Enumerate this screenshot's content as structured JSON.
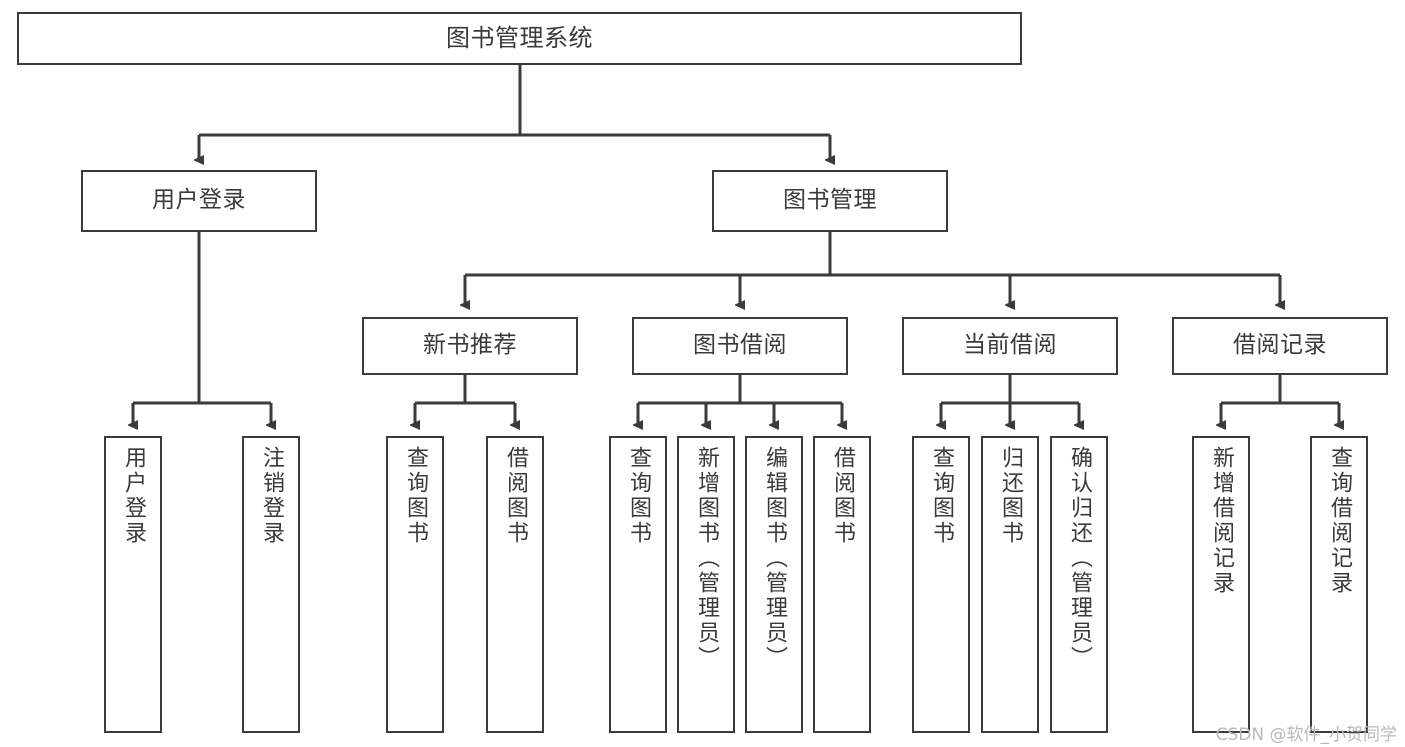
{
  "diagram": {
    "type": "tree-hierarchy-chart",
    "title": "图书管理系统",
    "orientation": "top-down",
    "colors": {
      "box_border": "#3b3b3b",
      "box_fill": "#ffffff",
      "edge": "#3b3b3b",
      "text": "#3a3a3a",
      "watermark": "#b9b9b9",
      "background": "#ffffff"
    }
  },
  "watermark": {
    "text": "CSDN @软件_小贺同学"
  },
  "root": {
    "id": "root",
    "label": "图书管理系统"
  },
  "level2": [
    {
      "id": "user-login",
      "label": "用户登录"
    },
    {
      "id": "book-management",
      "label": "图书管理"
    }
  ],
  "level3": [
    {
      "id": "new-book-recommend",
      "label": "新书推荐",
      "parent": "book-management"
    },
    {
      "id": "book-borrow",
      "label": "图书借阅",
      "parent": "book-management"
    },
    {
      "id": "current-borrow",
      "label": "当前借阅",
      "parent": "book-management"
    },
    {
      "id": "borrow-record",
      "label": "借阅记录",
      "parent": "book-management"
    }
  ],
  "leaves": {
    "user_login": [
      {
        "id": "leaf-user-login",
        "label": "用户登录"
      },
      {
        "id": "leaf-logout",
        "label": "注销登录"
      }
    ],
    "new_book_recommend": [
      {
        "id": "leaf-query-book-1",
        "label": "查询图书"
      },
      {
        "id": "leaf-borrow-book-1",
        "label": "借阅图书"
      }
    ],
    "book_borrow": [
      {
        "id": "leaf-query-book-2",
        "label": "查询图书"
      },
      {
        "id": "leaf-add-book",
        "label": "新增图书（管理员）"
      },
      {
        "id": "leaf-edit-book",
        "label": "编辑图书（管理员）"
      },
      {
        "id": "leaf-borrow-book-2",
        "label": "借阅图书"
      }
    ],
    "current_borrow": [
      {
        "id": "leaf-query-book-3",
        "label": "查询图书"
      },
      {
        "id": "leaf-return-book",
        "label": "归还图书"
      },
      {
        "id": "leaf-confirm-return",
        "label": "确认归还（管理员）"
      }
    ],
    "borrow_record": [
      {
        "id": "leaf-add-record",
        "label": "新增借阅记录"
      },
      {
        "id": "leaf-query-record",
        "label": "查询借阅记录"
      }
    ]
  }
}
